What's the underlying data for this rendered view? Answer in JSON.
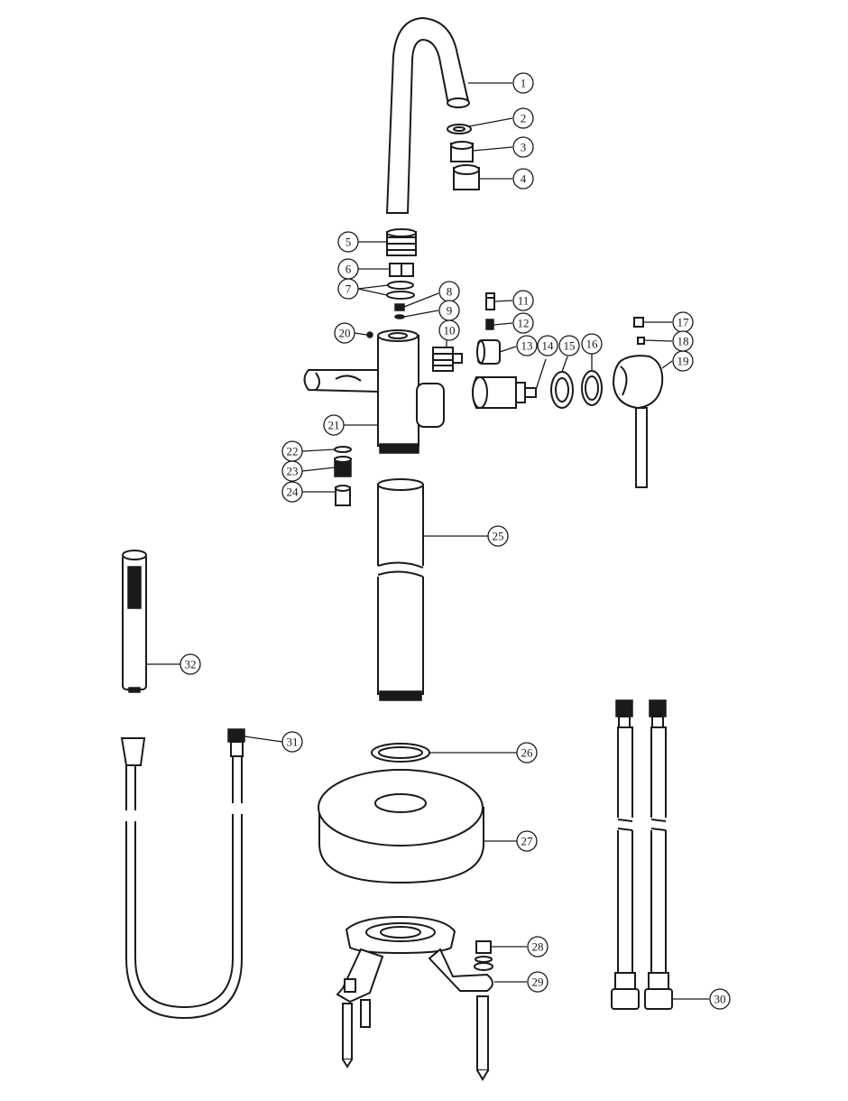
{
  "callouts": [
    {
      "id": "1",
      "text": "1"
    },
    {
      "id": "2",
      "text": "2"
    },
    {
      "id": "3",
      "text": "3"
    },
    {
      "id": "4",
      "text": "4"
    },
    {
      "id": "5",
      "text": "5"
    },
    {
      "id": "6",
      "text": "6"
    },
    {
      "id": "7",
      "text": "7"
    },
    {
      "id": "8",
      "text": "8"
    },
    {
      "id": "9",
      "text": "9"
    },
    {
      "id": "10",
      "text": "10"
    },
    {
      "id": "11",
      "text": "11"
    },
    {
      "id": "12",
      "text": "12"
    },
    {
      "id": "13",
      "text": "13"
    },
    {
      "id": "14",
      "text": "14"
    },
    {
      "id": "15",
      "text": "15"
    },
    {
      "id": "16",
      "text": "16"
    },
    {
      "id": "17",
      "text": "17"
    },
    {
      "id": "18",
      "text": "18"
    },
    {
      "id": "19",
      "text": "19"
    },
    {
      "id": "20",
      "text": "20"
    },
    {
      "id": "21",
      "text": "21"
    },
    {
      "id": "22",
      "text": "22"
    },
    {
      "id": "23",
      "text": "23"
    },
    {
      "id": "24",
      "text": "24"
    },
    {
      "id": "25",
      "text": "25"
    },
    {
      "id": "26",
      "text": "26"
    },
    {
      "id": "27",
      "text": "27"
    },
    {
      "id": "28",
      "text": "28"
    },
    {
      "id": "29",
      "text": "29"
    },
    {
      "id": "30",
      "text": "30"
    },
    {
      "id": "31",
      "text": "31"
    },
    {
      "id": "32",
      "text": "32"
    }
  ]
}
